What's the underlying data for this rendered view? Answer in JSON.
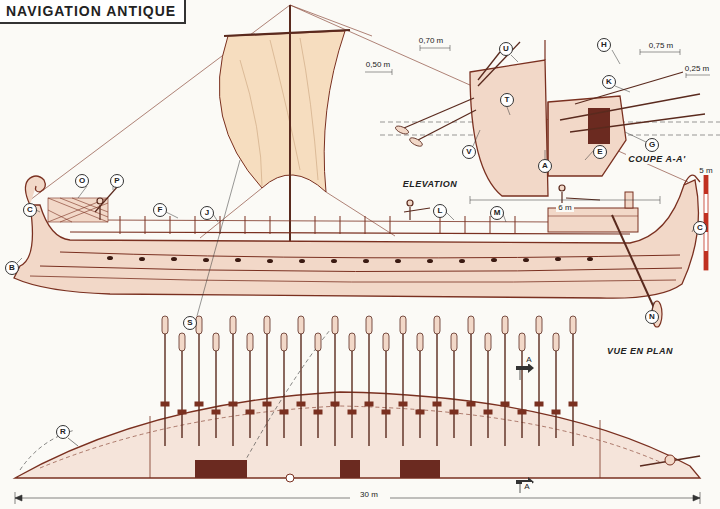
{
  "diagram": {
    "title": "NAVIGATION ANTIQUE",
    "nodes": [
      {
        "text": [
          "U"
        ]
      },
      {
        "text": [
          "H"
        ]
      },
      {
        "text": [
          "K"
        ]
      },
      {
        "text": [
          "T"
        ]
      },
      {
        "text": [
          "V"
        ]
      },
      {
        "text": [
          "E"
        ]
      },
      {
        "text": [
          "A"
        ]
      },
      {
        "text": [
          "G"
        ]
      },
      {
        "text": [
          "O"
        ]
      },
      {
        "text": [
          "P"
        ]
      },
      {
        "text": [
          "C"
        ]
      },
      {
        "text": [
          "F"
        ]
      },
      {
        "text": [
          "J"
        ]
      },
      {
        "text": [
          "L"
        ]
      },
      {
        "text": [
          "M"
        ]
      },
      {
        "text": [
          "C"
        ]
      },
      {
        "text": [
          "B"
        ]
      },
      {
        "text": [
          "S"
        ]
      },
      {
        "text": [
          "N"
        ]
      },
      {
        "text": [
          "R"
        ]
      }
    ],
    "labels": [
      "ELEVATION",
      "COUPE A-A'",
      "VUE EN PLAN",
      "0,70 m",
      "0,50 m",
      "0,75 m",
      "0,25 m",
      "6 m",
      "5 m",
      "30 m",
      "A",
      "A"
    ]
  }
}
